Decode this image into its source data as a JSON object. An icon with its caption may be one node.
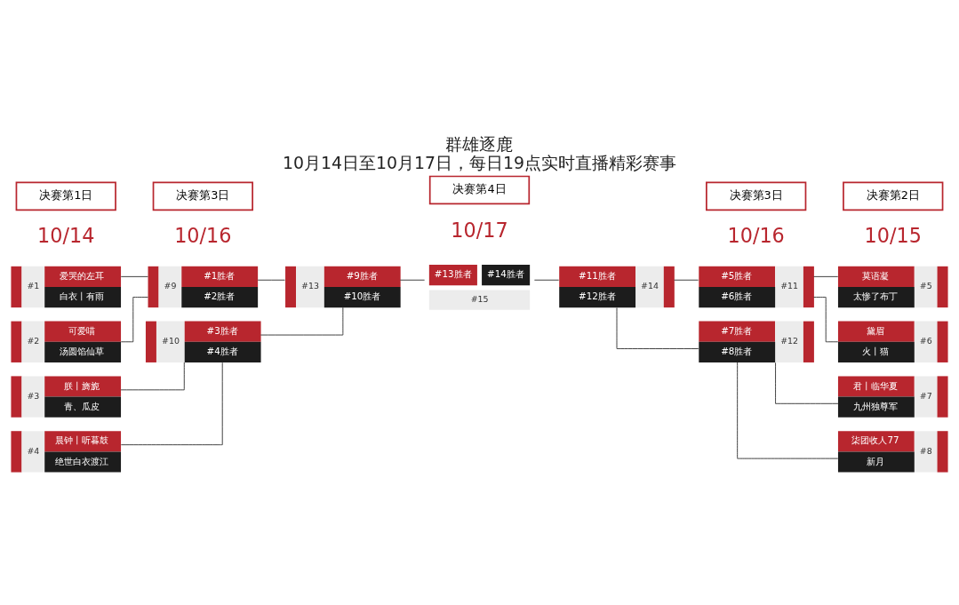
{
  "diagram": {
    "title": "群雄逐鹿",
    "caption": "10月14日至10月17日，每日19点实时直播精彩赛事",
    "nodes": [
      {
        "text": [
          "决赛第1日"
        ]
      },
      {
        "text": [
          "决赛第3日"
        ]
      },
      {
        "text": [
          "决赛第4日"
        ]
      },
      {
        "text": [
          "决赛第3日"
        ]
      },
      {
        "text": [
          "决赛第2日"
        ]
      },
      {
        "text": [
          "#1",
          "爱哭的左耳",
          "白衣丨有雨"
        ]
      },
      {
        "text": [
          "#2",
          "可爱喵",
          "汤圆馅仙草"
        ]
      },
      {
        "text": [
          "#3",
          "朕丨旖旎",
          "青、瓜皮"
        ]
      },
      {
        "text": [
          "#4",
          "晨钟丨听暮鼓",
          "绝世白衣渡江"
        ]
      },
      {
        "text": [
          "#9",
          "#1胜者",
          "#2胜者"
        ]
      },
      {
        "text": [
          "#10",
          "#3胜者",
          "#4胜者"
        ]
      },
      {
        "text": [
          "#13",
          "#9胜者",
          "#10胜者"
        ]
      },
      {
        "text": [
          "#13胜者",
          "#14胜者",
          "#15"
        ]
      },
      {
        "text": [
          "#14",
          "#11胜者",
          "#12胜者"
        ]
      },
      {
        "text": [
          "#11",
          "#5胜者",
          "#6胜者"
        ]
      },
      {
        "text": [
          "#12",
          "#7胜者",
          "#8胜者"
        ]
      },
      {
        "text": [
          "#5",
          "莫语凝",
          "太惨了布丁"
        ]
      },
      {
        "text": [
          "#6",
          "黛眉",
          "火丨猫"
        ]
      },
      {
        "text": [
          "#7",
          "君丨临华夏",
          "九州独尊军"
        ]
      },
      {
        "text": [
          "#8",
          "柒团收人77",
          "新月"
        ]
      }
    ],
    "edges": [
      {
        "from": 5,
        "to": 9,
        "arrow": "none"
      },
      {
        "from": 6,
        "to": 9,
        "arrow": "none"
      },
      {
        "from": 7,
        "to": 10,
        "arrow": "none"
      },
      {
        "from": 8,
        "to": 10,
        "arrow": "none"
      },
      {
        "from": 9,
        "to": 11,
        "arrow": "none"
      },
      {
        "from": 10,
        "to": 11,
        "arrow": "none"
      },
      {
        "from": 11,
        "to": 12,
        "arrow": "none"
      },
      {
        "from": 13,
        "to": 12,
        "arrow": "none"
      },
      {
        "from": 14,
        "to": 13,
        "arrow": "none"
      },
      {
        "from": 15,
        "to": 13,
        "arrow": "none"
      },
      {
        "from": 16,
        "to": 14,
        "arrow": "none"
      },
      {
        "from": 17,
        "to": 14,
        "arrow": "none"
      },
      {
        "from": 18,
        "to": 15,
        "arrow": "none"
      },
      {
        "from": 19,
        "to": 15,
        "arrow": "none"
      }
    ],
    "labels": [
      "10/14",
      "10/16",
      "10/17",
      "10/16",
      "10/15"
    ]
  }
}
